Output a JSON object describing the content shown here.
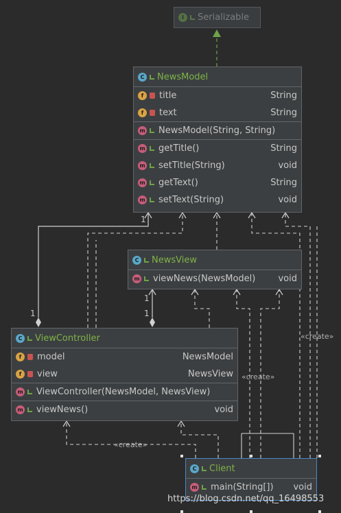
{
  "serializable": {
    "badge": "I",
    "name": "Serializable"
  },
  "news_model": {
    "badge": "C",
    "name": "NewsModel",
    "fields": [
      {
        "badge": "f",
        "name": "title",
        "type": "String"
      },
      {
        "badge": "f",
        "name": "text",
        "type": "String"
      }
    ],
    "constructors": [
      {
        "badge": "m",
        "name": "NewsModel(String, String)",
        "type": ""
      }
    ],
    "methods": [
      {
        "badge": "m",
        "name": "getTitle()",
        "type": "String"
      },
      {
        "badge": "m",
        "name": "setTitle(String)",
        "type": "void"
      },
      {
        "badge": "m",
        "name": "getText()",
        "type": "String"
      },
      {
        "badge": "m",
        "name": "setText(String)",
        "type": "void"
      }
    ]
  },
  "news_view": {
    "badge": "C",
    "name": "NewsView",
    "methods": [
      {
        "badge": "m",
        "name": "viewNews(NewsModel)",
        "type": "void"
      }
    ]
  },
  "view_controller": {
    "badge": "C",
    "name": "ViewController",
    "fields": [
      {
        "badge": "f",
        "name": "model",
        "type": "NewsModel"
      },
      {
        "badge": "f",
        "name": "view",
        "type": "NewsView"
      }
    ],
    "constructors": [
      {
        "badge": "m",
        "name": "ViewController(NewsModel, NewsView)",
        "type": ""
      }
    ],
    "methods": [
      {
        "badge": "m",
        "name": "viewNews()",
        "type": "void"
      }
    ]
  },
  "client": {
    "badge": "C",
    "name": "Client",
    "methods": [
      {
        "badge": "m",
        "name": "main(String[])",
        "type": "void"
      }
    ]
  },
  "labels": {
    "create": "«create»",
    "mult_one": "1"
  },
  "watermark": "https://blog.csdn.net/qq_16498553",
  "colors": {
    "background": "#2b2b2b",
    "box": "#3c3f41",
    "class_name": "#7fb347",
    "edge": "#d0d0d0",
    "realization": "#6fa348"
  }
}
